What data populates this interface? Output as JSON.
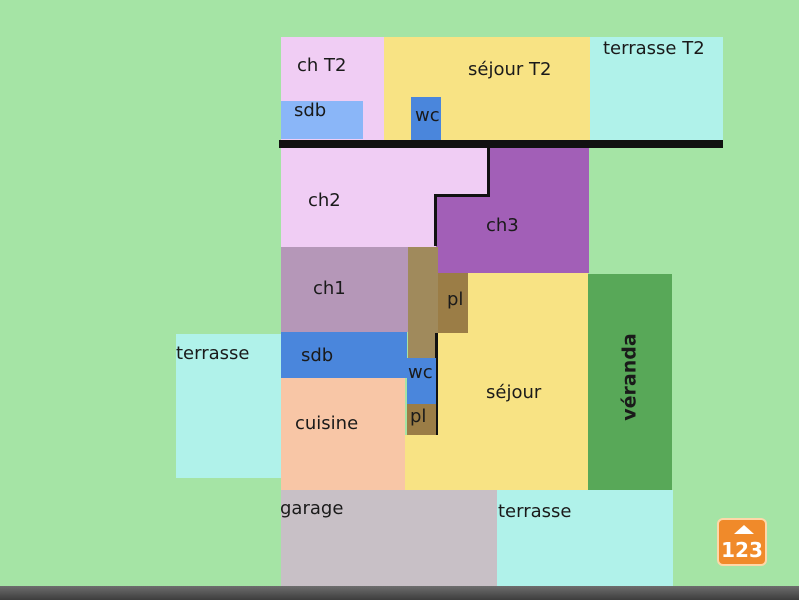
{
  "labels": {
    "ch_t2": "ch T2",
    "sejour_t2": "séjour T2",
    "terrasse_t2": "terrasse T2",
    "sdb_top": "sdb",
    "wc_top": "wc",
    "ch2": "ch2",
    "ch3": "ch3",
    "ch1": "ch1",
    "pl_top": "pl",
    "terrasse_left": "terrasse",
    "sdb": "sdb",
    "wc": "wc",
    "pl_bottom": "pl",
    "sejour": "séjour",
    "veranda": "véranda",
    "cuisine": "cuisine",
    "garage": "garage",
    "terrasse_bottom": "terrasse"
  },
  "logo": {
    "text": "123"
  },
  "colors": {
    "background": "#a5e4a5",
    "bedroom_pink": "#f0cdf4",
    "sejour_yellow": "#f8e384",
    "terrace_cyan": "#b0f2ea",
    "bathroom_blue": "#8ab6f8",
    "wc_blue": "#4a86dc",
    "ch3_purple": "#a25fb7",
    "ch1_mauve": "#b597b8",
    "corridor_brown": "#a08a5c",
    "cuisine_peach": "#f8c6a6",
    "garage_grey": "#c8c0c6",
    "veranda_green": "#58a858",
    "logo_orange": "#f08a2a"
  }
}
